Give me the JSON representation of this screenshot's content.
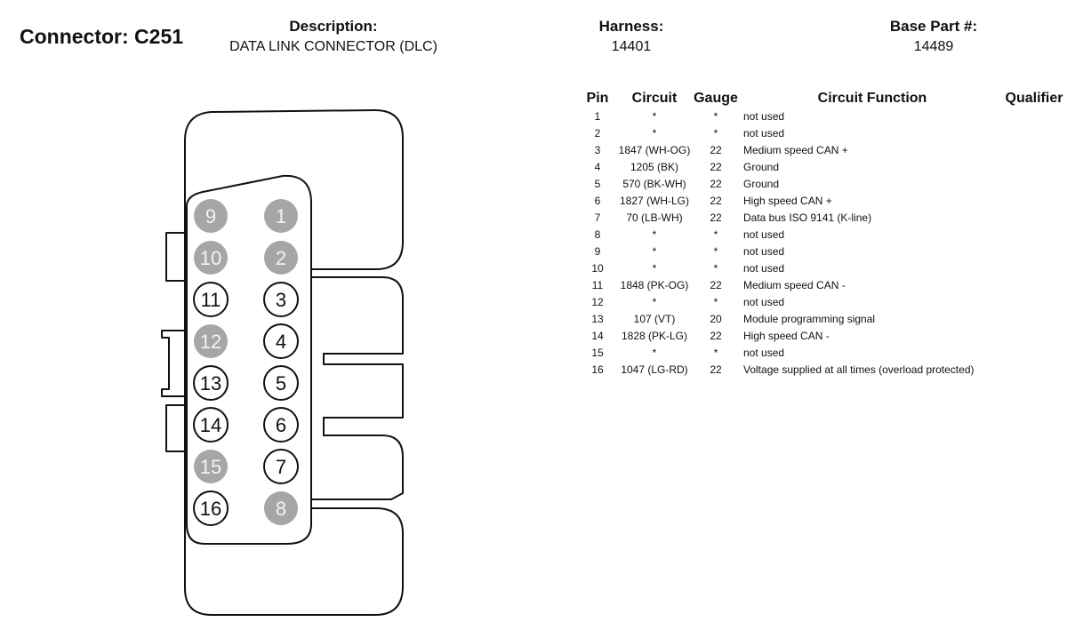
{
  "connector_title": "Connector: C251",
  "description": {
    "label": "Description:",
    "value": "DATA LINK CONNECTOR (DLC)"
  },
  "harness": {
    "label": "Harness:",
    "value": "14401"
  },
  "base_part": {
    "label": "Base Part #:",
    "value": "14489"
  },
  "table": {
    "headers": {
      "pin": "Pin",
      "circuit": "Circuit",
      "gauge": "Gauge",
      "function": "Circuit Function",
      "qualifier": "Qualifier"
    },
    "rows": [
      {
        "pin": "1",
        "circuit": "*",
        "gauge": "*",
        "function": "not used"
      },
      {
        "pin": "2",
        "circuit": "*",
        "gauge": "*",
        "function": "not used"
      },
      {
        "pin": "3",
        "circuit": "1847 (WH-OG)",
        "gauge": "22",
        "function": "Medium speed CAN +"
      },
      {
        "pin": "4",
        "circuit": "1205 (BK)",
        "gauge": "22",
        "function": "Ground"
      },
      {
        "pin": "5",
        "circuit": "570 (BK-WH)",
        "gauge": "22",
        "function": "Ground"
      },
      {
        "pin": "6",
        "circuit": "1827 (WH-LG)",
        "gauge": "22",
        "function": "High speed CAN +"
      },
      {
        "pin": "7",
        "circuit": "70 (LB-WH)",
        "gauge": "22",
        "function": "Data bus ISO 9141 (K-line)"
      },
      {
        "pin": "8",
        "circuit": "*",
        "gauge": "*",
        "function": "not used"
      },
      {
        "pin": "9",
        "circuit": "*",
        "gauge": "*",
        "function": "not used"
      },
      {
        "pin": "10",
        "circuit": "*",
        "gauge": "*",
        "function": "not used"
      },
      {
        "pin": "11",
        "circuit": "1848 (PK-OG)",
        "gauge": "22",
        "function": "Medium speed CAN -"
      },
      {
        "pin": "12",
        "circuit": "*",
        "gauge": "*",
        "function": "not used"
      },
      {
        "pin": "13",
        "circuit": "107 (VT)",
        "gauge": "20",
        "function": "Module programming signal"
      },
      {
        "pin": "14",
        "circuit": "1828 (PK-LG)",
        "gauge": "22",
        "function": "High speed CAN -"
      },
      {
        "pin": "15",
        "circuit": "*",
        "gauge": "*",
        "function": "not used"
      },
      {
        "pin": "16",
        "circuit": "1047 (LG-RD)",
        "gauge": "22",
        "function": "Voltage supplied at all times (overload protected)"
      }
    ]
  },
  "diagram": {
    "pins": [
      {
        "label": "9",
        "used": false
      },
      {
        "label": "1",
        "used": false
      },
      {
        "label": "10",
        "used": false
      },
      {
        "label": "2",
        "used": false
      },
      {
        "label": "11",
        "used": true
      },
      {
        "label": "3",
        "used": true
      },
      {
        "label": "12",
        "used": false
      },
      {
        "label": "4",
        "used": true
      },
      {
        "label": "13",
        "used": true
      },
      {
        "label": "5",
        "used": true
      },
      {
        "label": "14",
        "used": true
      },
      {
        "label": "6",
        "used": true
      },
      {
        "label": "15",
        "used": false
      },
      {
        "label": "7",
        "used": true
      },
      {
        "label": "16",
        "used": true
      },
      {
        "label": "8",
        "used": false
      }
    ],
    "colors": {
      "unused_fill": "#a6a6a6",
      "used_fill": "#ffffff",
      "stroke": "#111111"
    }
  }
}
